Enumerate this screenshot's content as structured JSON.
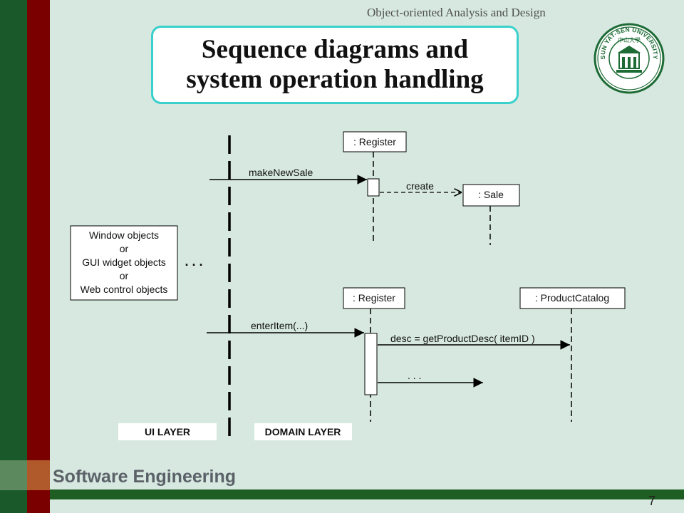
{
  "header": {
    "course": "Object-oriented Analysis and Design"
  },
  "title": {
    "line1": "Sequence diagrams and",
    "line2": "system operation handling"
  },
  "logo": {
    "name": "university-seal",
    "text": "SUN YAT-SEN UNIVERSITY",
    "chars": "中山大學"
  },
  "footer": {
    "course": "Software Engineering",
    "page": "7"
  },
  "colors": {
    "accent": "#3ad0cc",
    "green": "#1a5a2a",
    "maroon": "#7a0000",
    "background": "#d6e8df"
  },
  "diagram": {
    "ui_note": [
      "Window objects",
      "or",
      "GUI widget objects",
      "or",
      "Web control objects"
    ],
    "ellipsis_ui": ". . .",
    "lifeline_register_1": ": Register",
    "lifeline_sale": ": Sale",
    "lifeline_register_2": ": Register",
    "lifeline_catalog": ": ProductCatalog",
    "msg_make_new_sale": "makeNewSale",
    "msg_create": "create",
    "msg_enter_item": "enterItem(...)",
    "msg_get_desc": "desc = getProductDesc( itemID )",
    "msg_more": ". . .",
    "ui_layer": "UI LAYER",
    "domain_layer": "DOMAIN LAYER"
  }
}
